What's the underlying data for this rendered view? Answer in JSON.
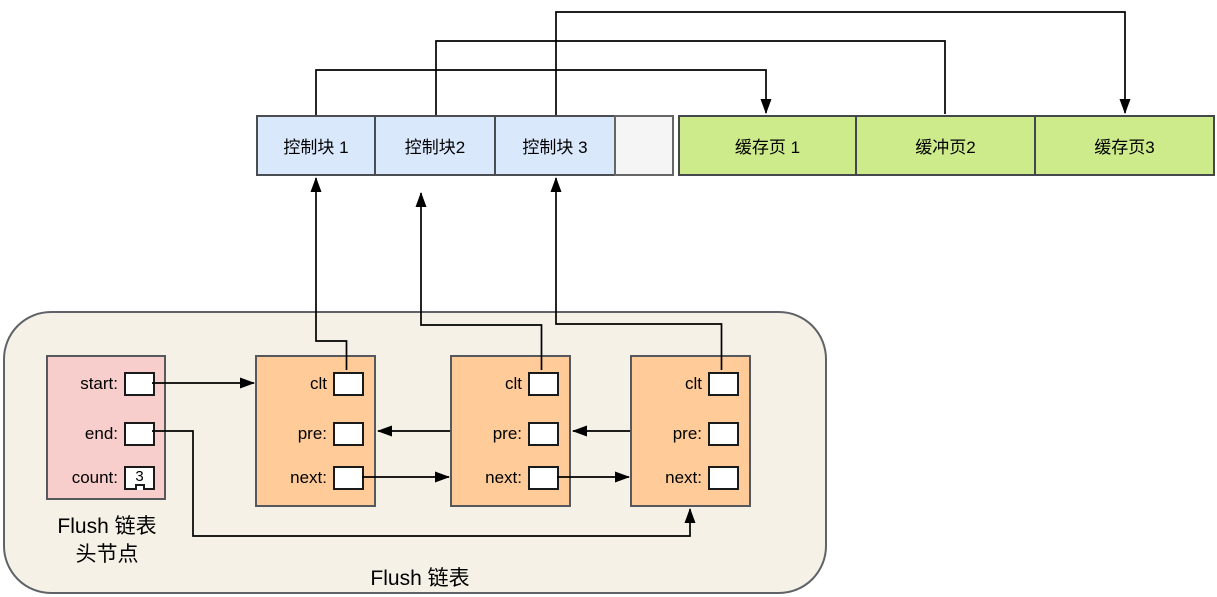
{
  "top_bar": {
    "cells": [
      {
        "label": "控制块 1"
      },
      {
        "label": "控制块2"
      },
      {
        "label": "控制块 3"
      },
      {
        "label": ""
      },
      {
        "label": "缓存页 1"
      },
      {
        "label": "缓冲页2"
      },
      {
        "label": "缓存页3"
      }
    ]
  },
  "flush_list": {
    "container_label": "Flush 链表",
    "head_node": {
      "caption_line1": "Flush 链表",
      "caption_line2": "头节点",
      "fields": [
        {
          "label": "start:",
          "value": ""
        },
        {
          "label": "end:",
          "value": ""
        },
        {
          "label": "count:",
          "value": "3"
        }
      ]
    },
    "nodes": [
      {
        "fields": [
          {
            "label": "clt",
            "value": ""
          },
          {
            "label": "pre:",
            "value": ""
          },
          {
            "label": "next:",
            "value": ""
          }
        ]
      },
      {
        "fields": [
          {
            "label": "clt",
            "value": ""
          },
          {
            "label": "pre:",
            "value": ""
          },
          {
            "label": "next:",
            "value": ""
          }
        ]
      },
      {
        "fields": [
          {
            "label": "clt",
            "value": ""
          },
          {
            "label": "pre:",
            "value": ""
          },
          {
            "label": "next:",
            "value": ""
          }
        ]
      }
    ]
  },
  "colors": {
    "control_block_fill": "#dae8fc",
    "cache_page_fill": "#cdeb8b",
    "empty_cell_fill": "#f5f5f5",
    "node_fill": "#ffcc99",
    "head_node_fill": "#f8cecc",
    "container_fill": "#f5f1e6",
    "arrow_color": "#000000"
  }
}
